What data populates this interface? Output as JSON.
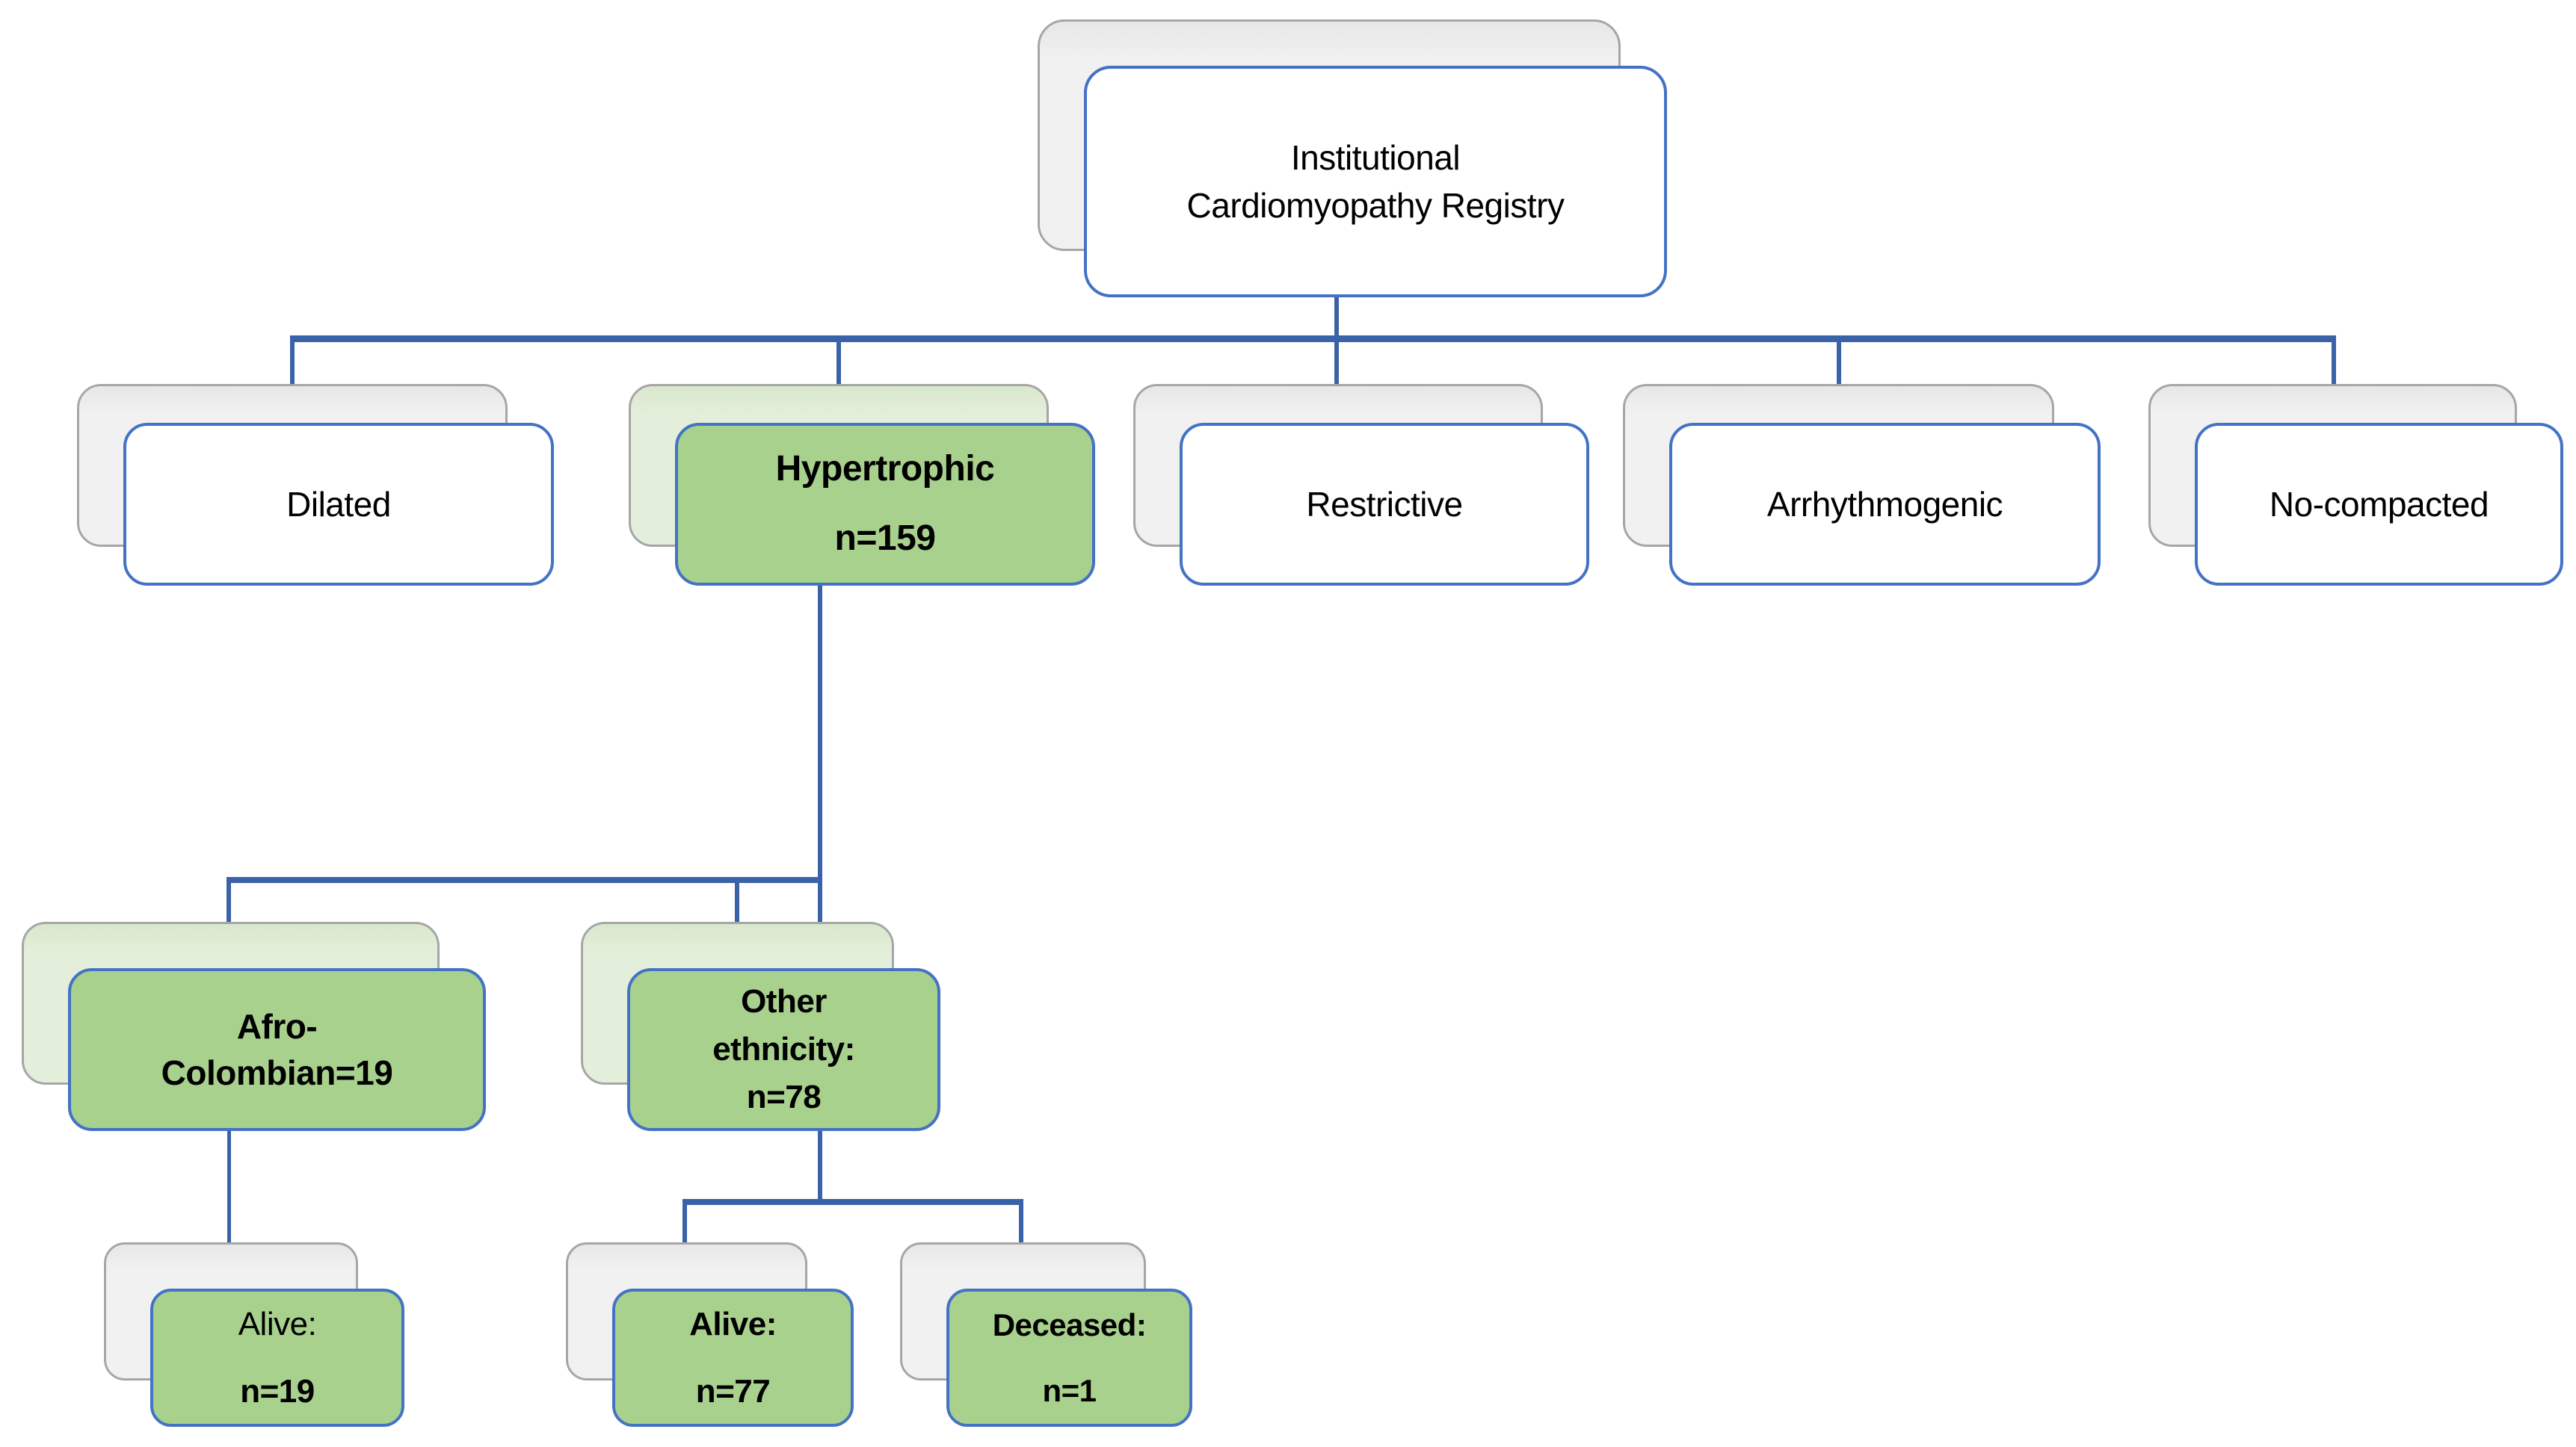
{
  "title": "Institutional Cardiomyopathy Registry flowchart",
  "colors": {
    "accent_border": "#4472C4",
    "connector": "#3A62A8",
    "node_green": "#A9D18E",
    "shadow_green": "#E4EFDB",
    "shadow_gray": "#F1F1F1",
    "shadow_border": "#A6A6A6",
    "text": "#000000",
    "bg": "#FFFFFF"
  },
  "nodes": {
    "root": {
      "lines": [
        "Institutional",
        "Cardiomyopathy Registry"
      ],
      "emphasis": false
    },
    "dilated": {
      "lines": [
        "Dilated"
      ],
      "emphasis": false
    },
    "hypertrophic": {
      "lines": [
        "Hypertrophic",
        "n=159"
      ],
      "emphasis": true
    },
    "restrictive": {
      "lines": [
        "Restrictive"
      ],
      "emphasis": false
    },
    "arrhythmogenic": {
      "lines": [
        "Arrhythmogenic"
      ],
      "emphasis": false
    },
    "no_compacted": {
      "lines": [
        "No-compacted"
      ],
      "emphasis": false
    },
    "afro_colombian": {
      "lines": [
        "Afro-",
        "Colombian=19"
      ],
      "emphasis": true
    },
    "other_ethnicity": {
      "lines": [
        "Other",
        "ethnicity:",
        "n=78"
      ],
      "emphasis": true
    },
    "alive_afro": {
      "lines": [
        "Alive:",
        "n=19"
      ],
      "emphasis": true
    },
    "alive_other": {
      "lines": [
        "Alive:",
        "n=77"
      ],
      "emphasis": true
    },
    "deceased_other": {
      "lines": [
        "Deceased:",
        "n=1"
      ],
      "emphasis": true
    }
  },
  "hierarchy": {
    "root": "Institutional Cardiomyopathy Registry",
    "children": [
      "Dilated",
      "Hypertrophic n=159",
      "Restrictive",
      "Arrhythmogenic",
      "No-compacted"
    ],
    "hypertrophic_children": [
      "Afro-Colombian=19",
      "Other ethnicity: n=78"
    ],
    "afro_colombian_children": [
      "Alive: n=19"
    ],
    "other_ethnicity_children": [
      "Alive: n=77",
      "Deceased: n=1"
    ]
  }
}
